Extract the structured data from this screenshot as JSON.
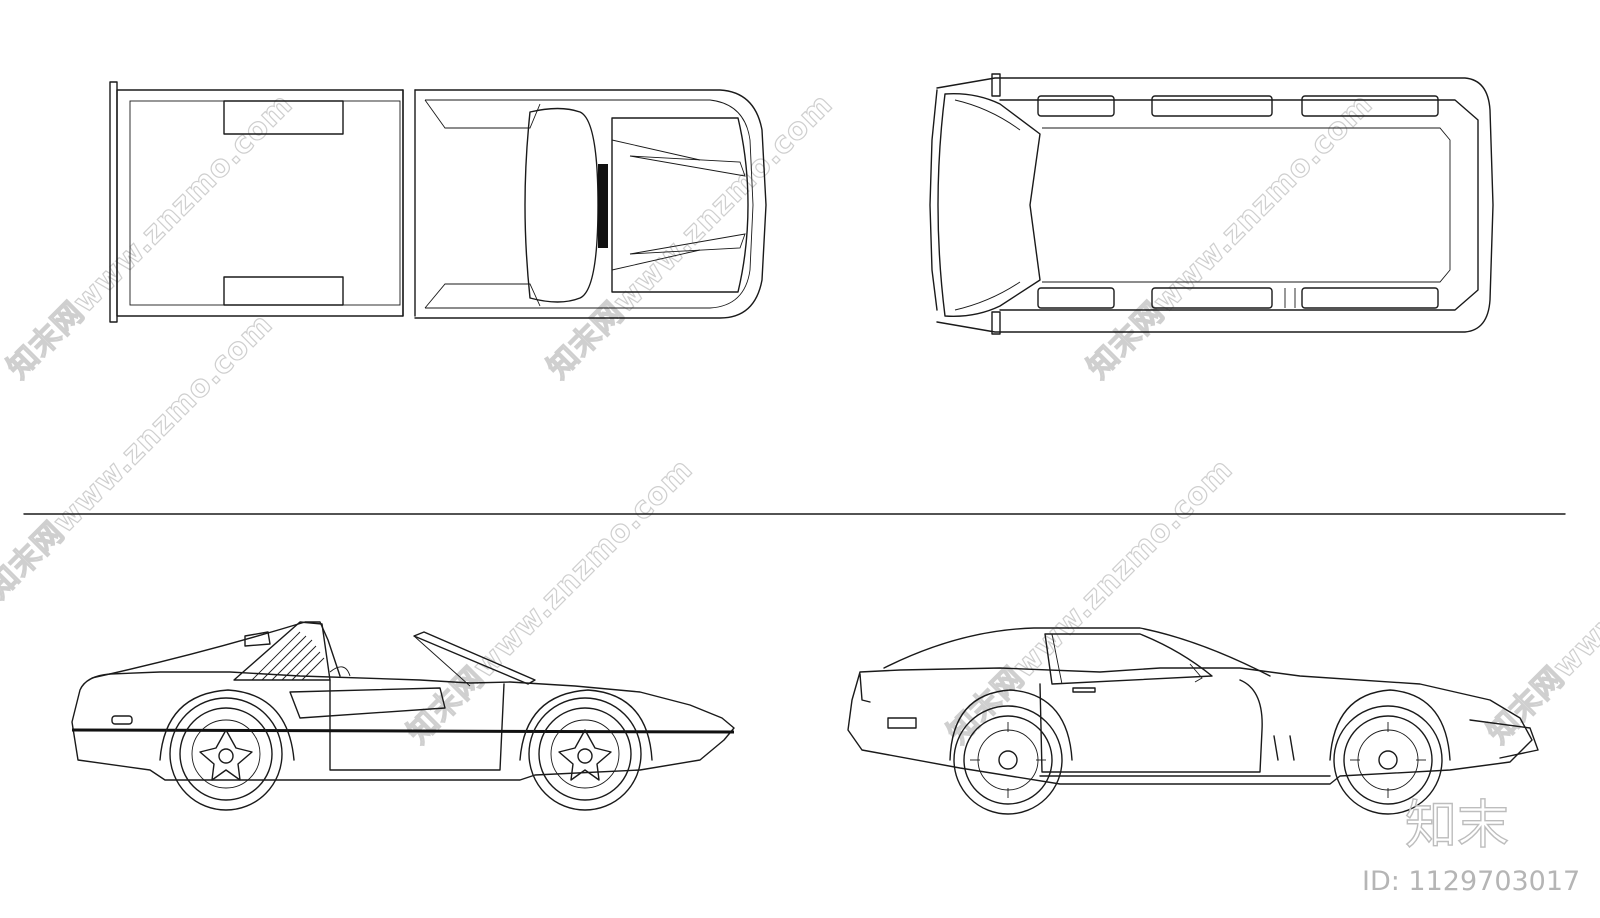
{
  "watermark": {
    "text": "知末网www.znzmo.com"
  },
  "brand_logo": {
    "text": "知末"
  },
  "image_id": {
    "text": "ID: 1129703017"
  },
  "views": [
    {
      "name": "pickup-truck-top-view"
    },
    {
      "name": "van-top-view"
    },
    {
      "name": "convertible-side-view"
    },
    {
      "name": "coupe-side-view"
    }
  ]
}
